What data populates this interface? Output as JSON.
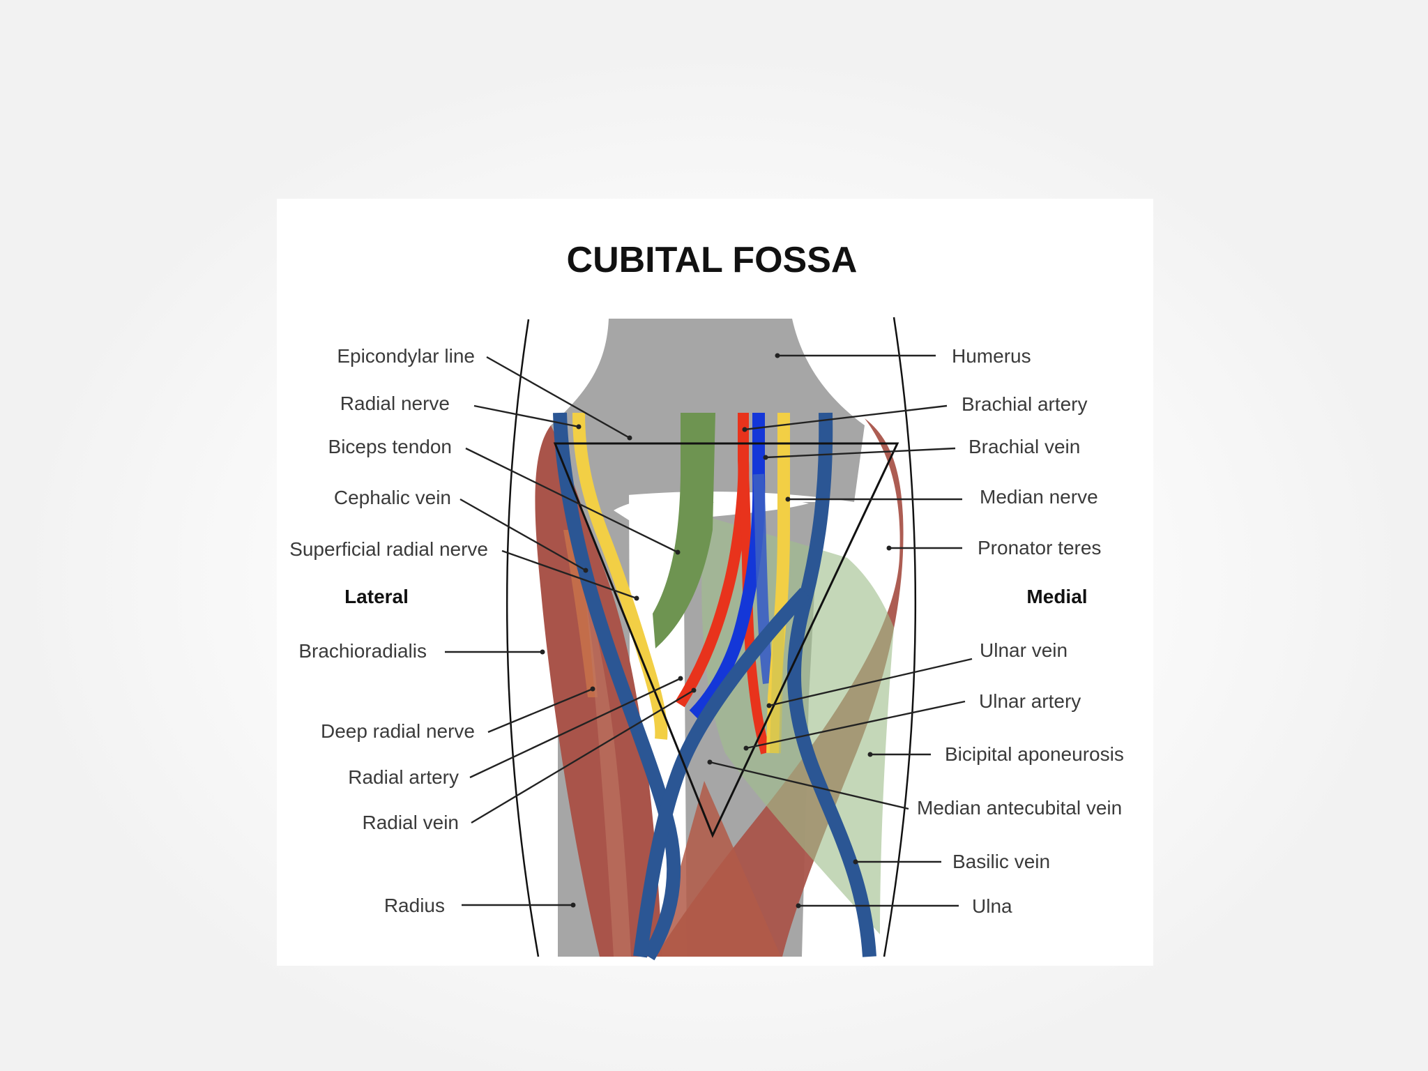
{
  "title": "CUBITAL FOSSA",
  "sides": {
    "lateral": "Lateral",
    "medial": "Medial"
  },
  "labels": {
    "epicondylar_line": "Epicondylar line",
    "radial_nerve": "Radial nerve",
    "biceps_tendon": "Biceps tendon",
    "cephalic_vein": "Cephalic vein",
    "superficial_radial_nerve": "Superficial radial nerve",
    "brachioradialis": "Brachioradialis",
    "deep_radial_nerve": "Deep radial nerve",
    "radial_artery": "Radial artery",
    "radial_vein": "Radial vein",
    "radius": "Radius",
    "humerus": "Humerus",
    "brachial_artery": "Brachial artery",
    "brachial_vein": "Brachial vein",
    "median_nerve": "Median nerve",
    "pronator_teres": "Pronator teres",
    "ulnar_vein": "Ulnar vein",
    "ulnar_artery": "Ulnar artery",
    "bicipital_aponeurosis": "Bicipital aponeurosis",
    "median_antecubital_vein": "Median antecubital vein",
    "basilic_vein": "Basilic vein",
    "ulna": "Ulna"
  },
  "colors": {
    "bone": "#a6a6a6",
    "muscle": "#a9544a",
    "nerve": "#f2cf45",
    "artery": "#e8331c",
    "deep_vein": "#1437d8",
    "superficial_vein": "#2b5694",
    "tendon": "#6e9451",
    "aponeurosis": "#9fbf8c"
  }
}
